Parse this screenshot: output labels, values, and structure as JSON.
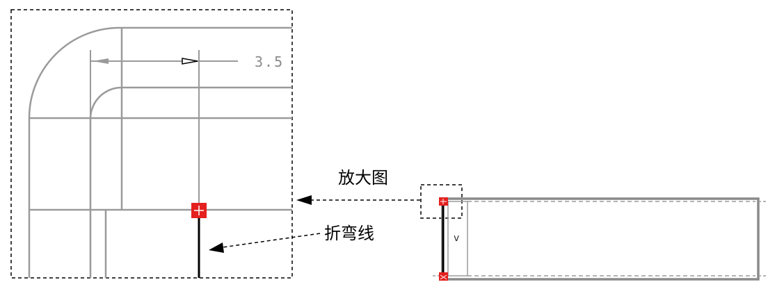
{
  "zoom_view": {
    "dimension_label": "3.5"
  },
  "callouts": {
    "zoom_label": "放大图",
    "bend_line_label": "折弯线"
  },
  "overview": {
    "side_marker": "v"
  }
}
